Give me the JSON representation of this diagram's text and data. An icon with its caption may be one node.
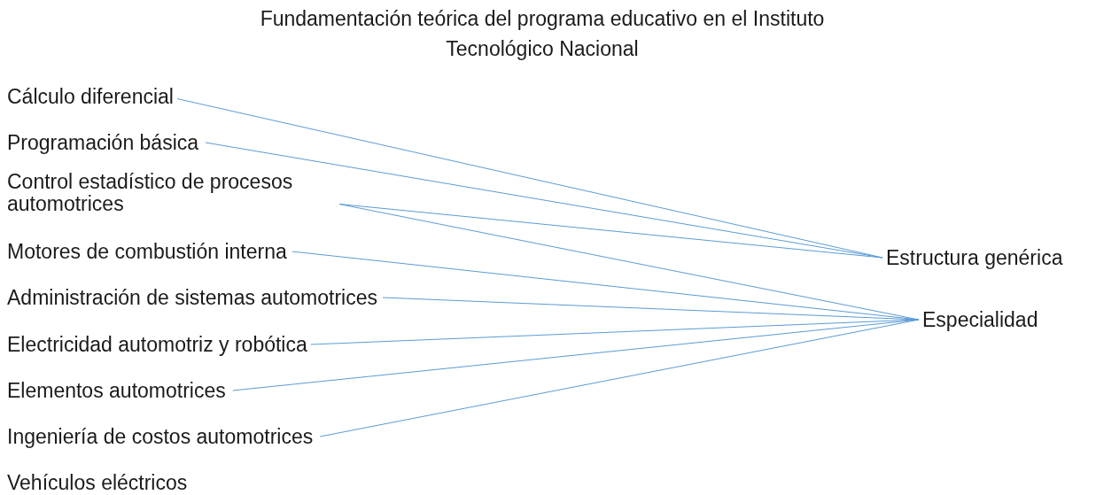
{
  "diagram": {
    "title": "Fundamentación teórica del programa educativo en el Instituto Tecnológico Nacional",
    "nodes": [
      {
        "text": [
          "Cálculo diferencial"
        ]
      },
      {
        "text": [
          "Programación básica"
        ]
      },
      {
        "text": [
          "Control estadístico de procesos automotrices"
        ]
      },
      {
        "text": [
          "Motores de combustión interna"
        ]
      },
      {
        "text": [
          "Administración de sistemas automotrices"
        ]
      },
      {
        "text": [
          "Electricidad automotriz y robótica"
        ]
      },
      {
        "text": [
          "Elementos automotrices"
        ]
      },
      {
        "text": [
          "Ingeniería de costos automotrices"
        ]
      },
      {
        "text": [
          "Vehículos eléctricos"
        ]
      },
      {
        "text": [
          "Estructura genérica"
        ]
      },
      {
        "text": [
          "Especialidad"
        ]
      }
    ],
    "edges": [
      {
        "from": 0,
        "to": 9,
        "arrow": "none"
      },
      {
        "from": 1,
        "to": 9,
        "arrow": "none"
      },
      {
        "from": 2,
        "to": 9,
        "arrow": "none"
      },
      {
        "from": 2,
        "to": 10,
        "arrow": "none"
      },
      {
        "from": 3,
        "to": 10,
        "arrow": "none"
      },
      {
        "from": 4,
        "to": 10,
        "arrow": "none"
      },
      {
        "from": 5,
        "to": 10,
        "arrow": "none"
      },
      {
        "from": 6,
        "to": 10,
        "arrow": "none"
      },
      {
        "from": 7,
        "to": 10,
        "arrow": "none"
      }
    ]
  }
}
